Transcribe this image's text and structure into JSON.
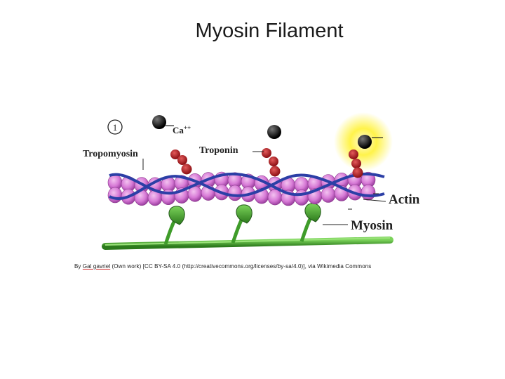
{
  "slide": {
    "title": "Myosin Filament"
  },
  "figure": {
    "step_number": "1",
    "labels": {
      "calcium": "Ca",
      "calcium_charge": "++",
      "tropomyosin": "Tropomyosin",
      "troponin": "Troponin",
      "actin": "Actin",
      "myosin": "Myosin"
    },
    "colors": {
      "actin_bead": "#d77ad6",
      "tropomyosin_strand": "#2c3fa6",
      "troponin": "#b8141c",
      "calcium_ion": "#111111",
      "myosin": "#3f9c2a",
      "glow": "#fff34a"
    }
  },
  "attribution": {
    "prefix": "By ",
    "author": "Gal gavriel",
    "text": " (Own work) [CC BY-SA 4.0 (http://creativecommons.org/licenses/by-sa/4.0)], via Wikimedia Commons"
  }
}
